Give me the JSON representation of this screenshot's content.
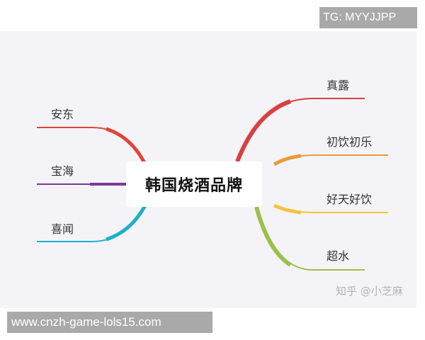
{
  "watermarks": {
    "top": "TG: MYYJJPP",
    "bottom": "www.cnzh-game-lols15.com",
    "credit": "知乎 @小芝麻"
  },
  "mindmap": {
    "center": "韩国烧酒品牌",
    "left_branches": [
      {
        "label": "安东",
        "color": "#e0453a"
      },
      {
        "label": "宝海",
        "color": "#7b3b96"
      },
      {
        "label": "喜闻",
        "color": "#1fb0c6"
      }
    ],
    "right_branches": [
      {
        "label": "真露",
        "color": "#d94040"
      },
      {
        "label": "初饮初乐",
        "color": "#e89a3c"
      },
      {
        "label": "好天好饮",
        "color": "#f0c63e"
      },
      {
        "label": "超水",
        "color": "#9cc04a"
      }
    ]
  },
  "colors": {
    "canvas": "#f4f4f8",
    "watermark_bg": "#a9a9a9"
  }
}
